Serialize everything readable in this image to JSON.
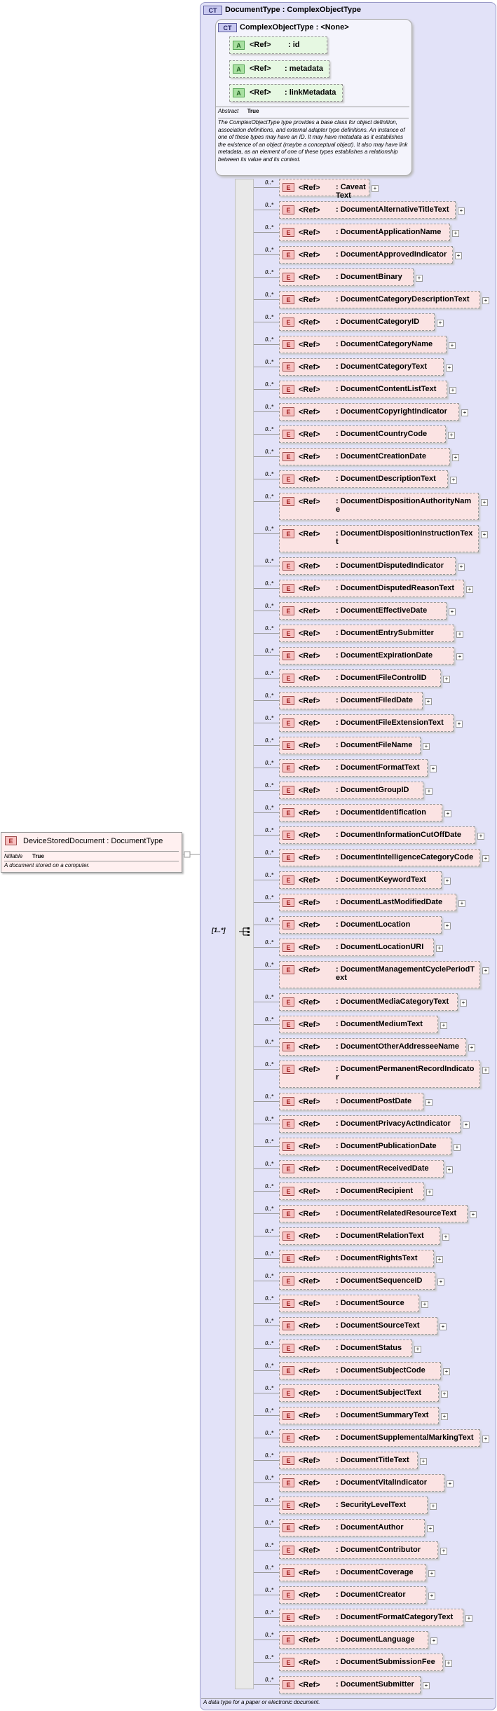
{
  "root_element": {
    "badge": "E",
    "title": "DeviceStoredDocument : DocumentType",
    "nillable_label": "Nillable",
    "nillable_value": "True",
    "documentation": "A document stored on a computer."
  },
  "complex_type": {
    "badge": "CT",
    "title": "DocumentType : ComplexObjectType",
    "footer_doc": "A data type for a paper or electronic document.",
    "sequence_cardinality": "[1..*]"
  },
  "base_type": {
    "badge": "CT",
    "title": "ComplexObjectType : <None>",
    "abstract_label": "Abstract",
    "abstract_value": "True",
    "documentation": "The ComplexObjectType type provides a base class for object definition, association definitions, and external adapter type definitions. An instance of one of these types may have an ID. It may have metadata as it establishes the existence of an object (maybe a conceptual object). It also may have link metadata, as an element of one of these types establishes a relationship between its value and its context.",
    "attributes": [
      {
        "badge": "A",
        "ref": "<Ref>",
        "name": ": id"
      },
      {
        "badge": "A",
        "ref": "<Ref>",
        "name": ": metadata"
      },
      {
        "badge": "A",
        "ref": "<Ref>",
        "name": ": linkMetadata"
      }
    ]
  },
  "elements": [
    {
      "card": "0..*",
      "badge": "E",
      "ref": "<Ref>",
      "name": ": CaveatText"
    },
    {
      "card": "0..*",
      "badge": "E",
      "ref": "<Ref>",
      "name": ": DocumentAlternativeTitleText"
    },
    {
      "card": "0..*",
      "badge": "E",
      "ref": "<Ref>",
      "name": ": DocumentApplicationName"
    },
    {
      "card": "0..*",
      "badge": "E",
      "ref": "<Ref>",
      "name": ": DocumentApprovedIndicator"
    },
    {
      "card": "0..*",
      "badge": "E",
      "ref": "<Ref>",
      "name": ": DocumentBinary"
    },
    {
      "card": "0..*",
      "badge": "E",
      "ref": "<Ref>",
      "name": ": DocumentCategoryDescriptionText"
    },
    {
      "card": "0..*",
      "badge": "E",
      "ref": "<Ref>",
      "name": ": DocumentCategoryID"
    },
    {
      "card": "0..*",
      "badge": "E",
      "ref": "<Ref>",
      "name": ": DocumentCategoryName"
    },
    {
      "card": "0..*",
      "badge": "E",
      "ref": "<Ref>",
      "name": ": DocumentCategoryText"
    },
    {
      "card": "0..*",
      "badge": "E",
      "ref": "<Ref>",
      "name": ": DocumentContentListText"
    },
    {
      "card": "0..*",
      "badge": "E",
      "ref": "<Ref>",
      "name": ": DocumentCopyrightIndicator"
    },
    {
      "card": "0..*",
      "badge": "E",
      "ref": "<Ref>",
      "name": ": DocumentCountryCode"
    },
    {
      "card": "0..*",
      "badge": "E",
      "ref": "<Ref>",
      "name": ": DocumentCreationDate"
    },
    {
      "card": "0..*",
      "badge": "E",
      "ref": "<Ref>",
      "name": ": DocumentDescriptionText"
    },
    {
      "card": "0..*",
      "badge": "E",
      "ref": "<Ref>",
      "name": ": DocumentDispositionAuthorityName"
    },
    {
      "card": "0..*",
      "badge": "E",
      "ref": "<Ref>",
      "name": ": DocumentDispositionInstructionText"
    },
    {
      "card": "0..*",
      "badge": "E",
      "ref": "<Ref>",
      "name": ": DocumentDisputedIndicator"
    },
    {
      "card": "0..*",
      "badge": "E",
      "ref": "<Ref>",
      "name": ": DocumentDisputedReasonText"
    },
    {
      "card": "0..*",
      "badge": "E",
      "ref": "<Ref>",
      "name": ": DocumentEffectiveDate"
    },
    {
      "card": "0..*",
      "badge": "E",
      "ref": "<Ref>",
      "name": ": DocumentEntrySubmitter"
    },
    {
      "card": "0..*",
      "badge": "E",
      "ref": "<Ref>",
      "name": ": DocumentExpirationDate"
    },
    {
      "card": "0..*",
      "badge": "E",
      "ref": "<Ref>",
      "name": ": DocumentFileControlID"
    },
    {
      "card": "0..*",
      "badge": "E",
      "ref": "<Ref>",
      "name": ": DocumentFiledDate"
    },
    {
      "card": "0..*",
      "badge": "E",
      "ref": "<Ref>",
      "name": ": DocumentFileExtensionText"
    },
    {
      "card": "0..*",
      "badge": "E",
      "ref": "<Ref>",
      "name": ": DocumentFileName"
    },
    {
      "card": "0..*",
      "badge": "E",
      "ref": "<Ref>",
      "name": ": DocumentFormatText"
    },
    {
      "card": "0..*",
      "badge": "E",
      "ref": "<Ref>",
      "name": ": DocumentGroupID"
    },
    {
      "card": "0..*",
      "badge": "E",
      "ref": "<Ref>",
      "name": ": DocumentIdentification"
    },
    {
      "card": "0..*",
      "badge": "E",
      "ref": "<Ref>",
      "name": ": DocumentInformationCutOffDate"
    },
    {
      "card": "0..*",
      "badge": "E",
      "ref": "<Ref>",
      "name": ": DocumentIntelligenceCategoryCode"
    },
    {
      "card": "0..*",
      "badge": "E",
      "ref": "<Ref>",
      "name": ": DocumentKeywordText"
    },
    {
      "card": "0..*",
      "badge": "E",
      "ref": "<Ref>",
      "name": ": DocumentLastModifiedDate"
    },
    {
      "card": "0..*",
      "badge": "E",
      "ref": "<Ref>",
      "name": ": DocumentLocation"
    },
    {
      "card": "0..*",
      "badge": "E",
      "ref": "<Ref>",
      "name": ": DocumentLocationURI"
    },
    {
      "card": "0..*",
      "badge": "E",
      "ref": "<Ref>",
      "name": ": DocumentManagementCyclePeriodText"
    },
    {
      "card": "0..*",
      "badge": "E",
      "ref": "<Ref>",
      "name": ": DocumentMediaCategoryText"
    },
    {
      "card": "0..*",
      "badge": "E",
      "ref": "<Ref>",
      "name": ": DocumentMediumText"
    },
    {
      "card": "0..*",
      "badge": "E",
      "ref": "<Ref>",
      "name": ": DocumentOtherAddresseeName"
    },
    {
      "card": "0..*",
      "badge": "E",
      "ref": "<Ref>",
      "name": ": DocumentPermanentRecordIndicator"
    },
    {
      "card": "0..*",
      "badge": "E",
      "ref": "<Ref>",
      "name": ": DocumentPostDate"
    },
    {
      "card": "0..*",
      "badge": "E",
      "ref": "<Ref>",
      "name": ": DocumentPrivacyActIndicator"
    },
    {
      "card": "0..*",
      "badge": "E",
      "ref": "<Ref>",
      "name": ": DocumentPublicationDate"
    },
    {
      "card": "0..*",
      "badge": "E",
      "ref": "<Ref>",
      "name": ": DocumentReceivedDate"
    },
    {
      "card": "0..*",
      "badge": "E",
      "ref": "<Ref>",
      "name": ": DocumentRecipient"
    },
    {
      "card": "0..*",
      "badge": "E",
      "ref": "<Ref>",
      "name": ": DocumentRelatedResourceText"
    },
    {
      "card": "0..*",
      "badge": "E",
      "ref": "<Ref>",
      "name": ": DocumentRelationText"
    },
    {
      "card": "0..*",
      "badge": "E",
      "ref": "<Ref>",
      "name": ": DocumentRightsText"
    },
    {
      "card": "0..*",
      "badge": "E",
      "ref": "<Ref>",
      "name": ": DocumentSequenceID"
    },
    {
      "card": "0..*",
      "badge": "E",
      "ref": "<Ref>",
      "name": ": DocumentSource"
    },
    {
      "card": "0..*",
      "badge": "E",
      "ref": "<Ref>",
      "name": ": DocumentSourceText"
    },
    {
      "card": "0..*",
      "badge": "E",
      "ref": "<Ref>",
      "name": ": DocumentStatus"
    },
    {
      "card": "0..*",
      "badge": "E",
      "ref": "<Ref>",
      "name": ": DocumentSubjectCode"
    },
    {
      "card": "0..*",
      "badge": "E",
      "ref": "<Ref>",
      "name": ": DocumentSubjectText"
    },
    {
      "card": "0..*",
      "badge": "E",
      "ref": "<Ref>",
      "name": ": DocumentSummaryText"
    },
    {
      "card": "0..*",
      "badge": "E",
      "ref": "<Ref>",
      "name": ": DocumentSupplementalMarkingText"
    },
    {
      "card": "0..*",
      "badge": "E",
      "ref": "<Ref>",
      "name": ": DocumentTitleText"
    },
    {
      "card": "0..*",
      "badge": "E",
      "ref": "<Ref>",
      "name": ": DocumentVitalIndicator"
    },
    {
      "card": "0..*",
      "badge": "E",
      "ref": "<Ref>",
      "name": ": SecurityLevelText"
    },
    {
      "card": "0..*",
      "badge": "E",
      "ref": "<Ref>",
      "name": ": DocumentAuthor"
    },
    {
      "card": "0..*",
      "badge": "E",
      "ref": "<Ref>",
      "name": ": DocumentContributor"
    },
    {
      "card": "0..*",
      "badge": "E",
      "ref": "<Ref>",
      "name": ": DocumentCoverage"
    },
    {
      "card": "0..*",
      "badge": "E",
      "ref": "<Ref>",
      "name": ": DocumentCreator"
    },
    {
      "card": "0..*",
      "badge": "E",
      "ref": "<Ref>",
      "name": ": DocumentFormatCategoryText"
    },
    {
      "card": "0..*",
      "badge": "E",
      "ref": "<Ref>",
      "name": ": DocumentLanguage"
    },
    {
      "card": "0..*",
      "badge": "E",
      "ref": "<Ref>",
      "name": ": DocumentSubmissionFee"
    },
    {
      "card": "0..*",
      "badge": "E",
      "ref": "<Ref>",
      "name": ": DocumentSubmitter"
    }
  ],
  "colors": {
    "element_fill": "#fbe3e3",
    "attribute_fill": "#e6f8e2",
    "complex_type_fill": "#e2e2f8",
    "root_fill": "#fff0f0"
  }
}
